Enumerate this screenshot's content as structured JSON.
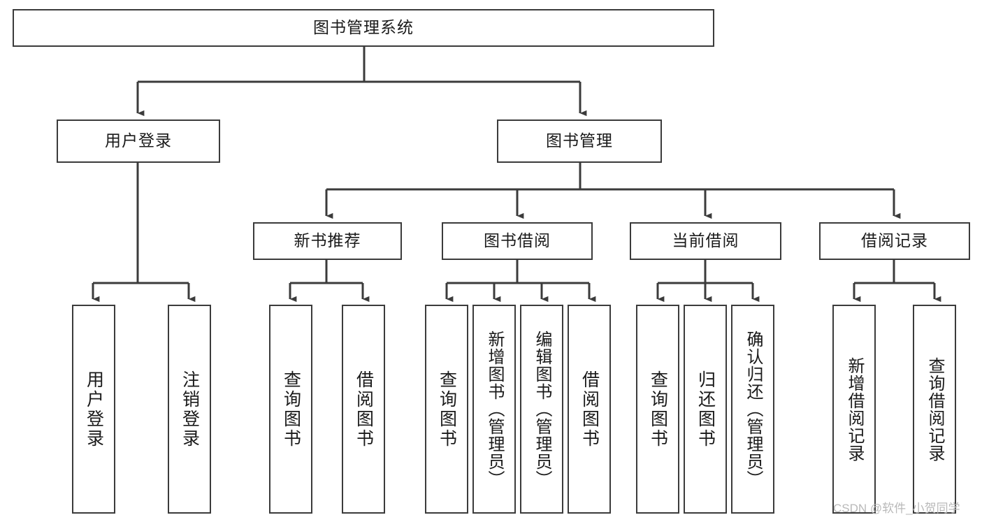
{
  "diagram": {
    "type": "tree-hierarchy",
    "title": "图书管理系统",
    "root": {
      "id": "root",
      "label": "图书管理系统"
    },
    "level2": [
      {
        "id": "user-login",
        "label": "用户登录"
      },
      {
        "id": "book-management",
        "label": "图书管理"
      }
    ],
    "level3": [
      {
        "id": "new-book-recommend",
        "label": "新书推荐"
      },
      {
        "id": "book-borrow",
        "label": "图书借阅"
      },
      {
        "id": "current-borrow",
        "label": "当前借阅"
      },
      {
        "id": "borrow-record",
        "label": "借阅记录"
      }
    ],
    "leaves": {
      "user_login": [
        {
          "id": "leaf-user-login",
          "label": "用户登录"
        },
        {
          "id": "leaf-logout-login",
          "label": "注销登录"
        }
      ],
      "new_book_recommend": [
        {
          "id": "leaf-query-book-1",
          "label": "查询图书"
        },
        {
          "id": "leaf-borrow-book-1",
          "label": "借阅图书"
        }
      ],
      "book_borrow": [
        {
          "id": "leaf-query-book-2",
          "label": "查询图书"
        },
        {
          "id": "leaf-add-book",
          "label": "新增图书（管理员）"
        },
        {
          "id": "leaf-edit-book",
          "label": "编辑图书（管理员）"
        },
        {
          "id": "leaf-borrow-book-2",
          "label": "借阅图书"
        }
      ],
      "current_borrow": [
        {
          "id": "leaf-query-book-3",
          "label": "查询图书"
        },
        {
          "id": "leaf-return-book",
          "label": "归还图书"
        },
        {
          "id": "leaf-confirm-return",
          "label": "确认归还（管理员）"
        }
      ],
      "borrow_record": [
        {
          "id": "leaf-add-record",
          "label": "新增借阅记录"
        },
        {
          "id": "leaf-query-record",
          "label": "查询借阅记录"
        }
      ]
    },
    "watermark": "CSDN @软件_小贺同学",
    "colors": {
      "stroke": "#3b3b3b",
      "fill": "#ffffff",
      "text": "#1a1a1a",
      "watermark": "#b9b9b9"
    }
  }
}
